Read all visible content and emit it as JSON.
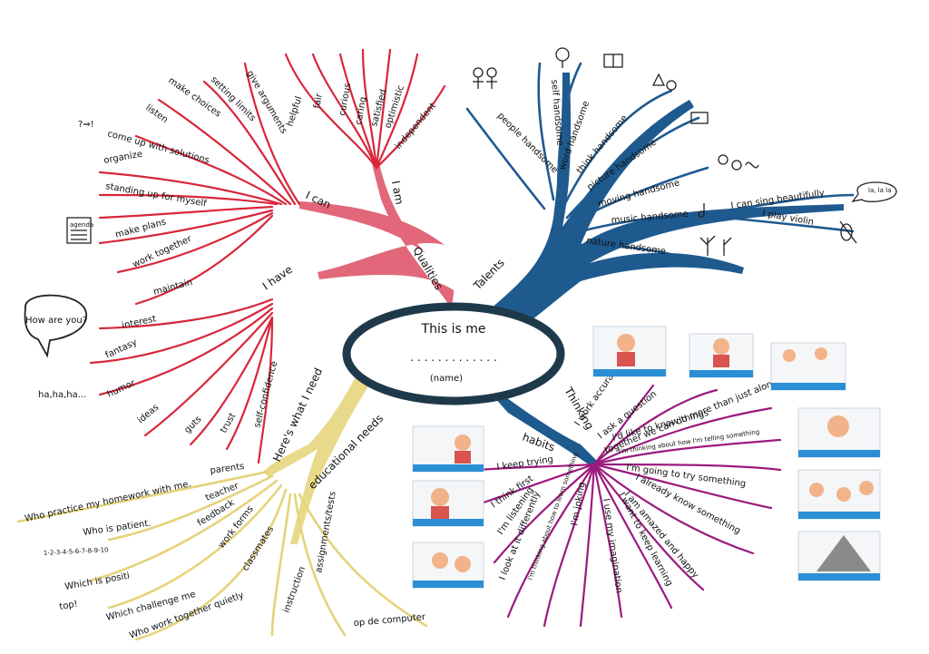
{
  "center": {
    "title": "This is me",
    "name_dots": ". . . . . . . . . . . . .",
    "name_label": "(name)"
  },
  "branches": {
    "qualities": "Qualities",
    "talents": "Talents",
    "thinking": "Thinking",
    "habits": "habits",
    "educational_needs": "educational needs",
    "need": "Here's what I need",
    "i_can": "I can",
    "i_am": "I am",
    "i_have": "I have"
  },
  "i_can_items": [
    "give arguments",
    "setting limits",
    "make choices",
    "listen",
    "come up with solutions",
    "organize",
    "standing up for myself",
    "make plans",
    "work together",
    "maintain"
  ],
  "i_am_items": [
    "helpful",
    "fair",
    "curious",
    "caring",
    "satisfied",
    "optimistic",
    "independent"
  ],
  "i_have_items": [
    "interest",
    "fantasy",
    "humor",
    "ideas",
    "guts",
    "trust",
    "self-confidence"
  ],
  "talents_items": [
    "people handsome",
    "self handsome",
    "word handsome",
    "think handsome",
    "picture handsome",
    "moving handsome",
    "music handsome",
    "nature handsome"
  ],
  "music_extra": [
    "I can sing beautifully",
    "I play violin"
  ],
  "bubble_lala": "la, la la",
  "speech": "How are you?",
  "hahaha": "ha,ha,ha...",
  "question_mark_note": "?⇒!",
  "agenda": "agenda",
  "needs_items": [
    "parents",
    "teacher",
    "feedback",
    "work forms",
    "classmates",
    "instruction",
    "assignments/tests",
    "op de computer"
  ],
  "needs_details": [
    "Who practice my homework with me.",
    "Who is patient.",
    "1-2-3-4-5-6-7-8-9-10",
    "Which is positi",
    "top!",
    "Which challenge me",
    "Who work together quietly"
  ],
  "thinking_items": [
    "I work accurately",
    "I ask a question",
    "together we can do more than just alone",
    "I'd like to know things",
    "I'm thinking about how I'm telling something",
    "I'm going to try something",
    "I already know something",
    "I am amazed and happy",
    "I want to keep learning",
    "I use my imagination",
    "I'm joking",
    "I'm thinking about how to learn something",
    "I look at it differently",
    "I'm listening",
    "I think first",
    "I keep trying"
  ],
  "colors": {
    "red": "#d8263a",
    "blue": "#1f5a8f",
    "yellow": "#e4d37a",
    "purple": "#9b1a7e"
  },
  "icons": [
    "heart-icon",
    "lightbulb-icon",
    "book-icon",
    "shapes-icon",
    "puzzle-icon",
    "music-note-icon",
    "violin-icon",
    "plant-icon",
    "people-icon",
    "agenda-icon",
    "speech-bubble-icon"
  ]
}
